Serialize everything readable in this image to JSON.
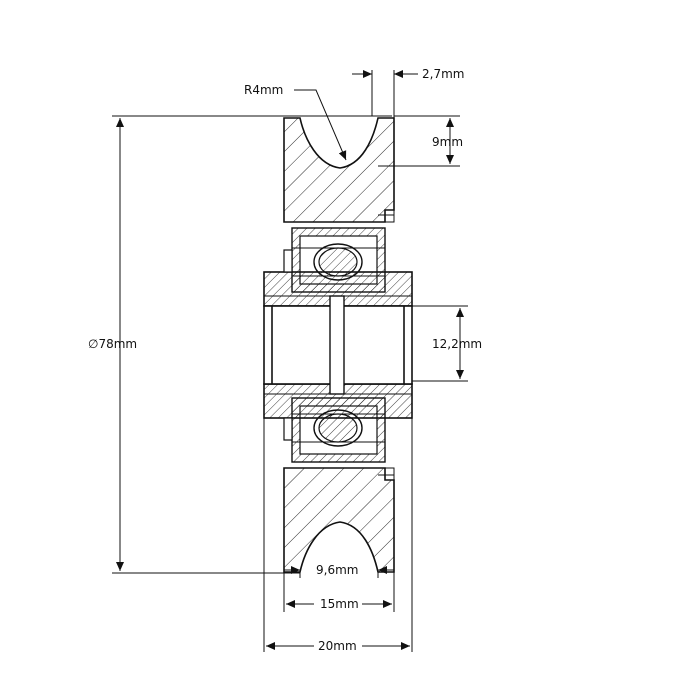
{
  "drawing": {
    "labels": {
      "radius": "R4mm",
      "groove_depth_offset": "2,7mm",
      "groove_depth": "9mm",
      "outer_diameter": "∅78mm",
      "bore_diameter": "12,2mm",
      "groove_width": "9,6mm",
      "inner_width": "15mm",
      "total_width": "20mm"
    },
    "colors": {
      "line": "#111111",
      "background": "#ffffff"
    }
  }
}
